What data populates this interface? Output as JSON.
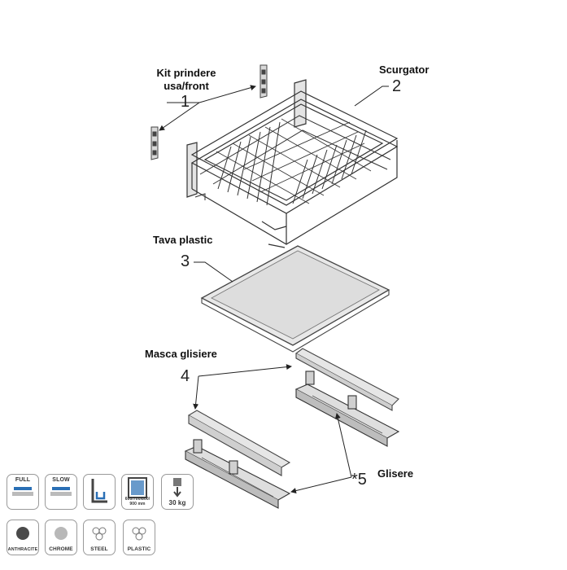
{
  "labels": {
    "part1": "Kit prindere usa/front",
    "part1_line1": "Kit prindere",
    "part1_line2": "usa/front",
    "part2": "Scurgator",
    "part3": "Tava plastic",
    "part4": "Masca glisiere",
    "part5": "Glisere"
  },
  "numbers": {
    "n1": "1",
    "n2": "2",
    "n3": "3",
    "n4": "4",
    "n5": "*5"
  },
  "badges": [
    {
      "name": "full-extension",
      "top": "FULL",
      "icon": "full-extension-icon"
    },
    {
      "name": "slow-close",
      "top": "SLOW",
      "icon": "soft-close-icon"
    },
    {
      "name": "side-mount",
      "top": "",
      "icon": "side-mount-icon"
    },
    {
      "name": "cabinet-width",
      "bottom": "600/700/800/ 900 mm",
      "icon": "cabinet-width-icon"
    },
    {
      "name": "load-capacity",
      "bottom": "30 kg",
      "icon": "weight-icon"
    },
    {
      "name": "anthracite",
      "bottom": "ANTHRACITE",
      "icon": "color-swatch-icon",
      "color": "#4a4a4a"
    },
    {
      "name": "chrome",
      "bottom": "CHROME",
      "icon": "color-swatch-icon",
      "color": "#b8b8b8"
    },
    {
      "name": "steel",
      "bottom": "STEEL",
      "icon": "material-icon"
    },
    {
      "name": "plastic",
      "bottom": "PLASTIC",
      "icon": "material-icon"
    }
  ]
}
